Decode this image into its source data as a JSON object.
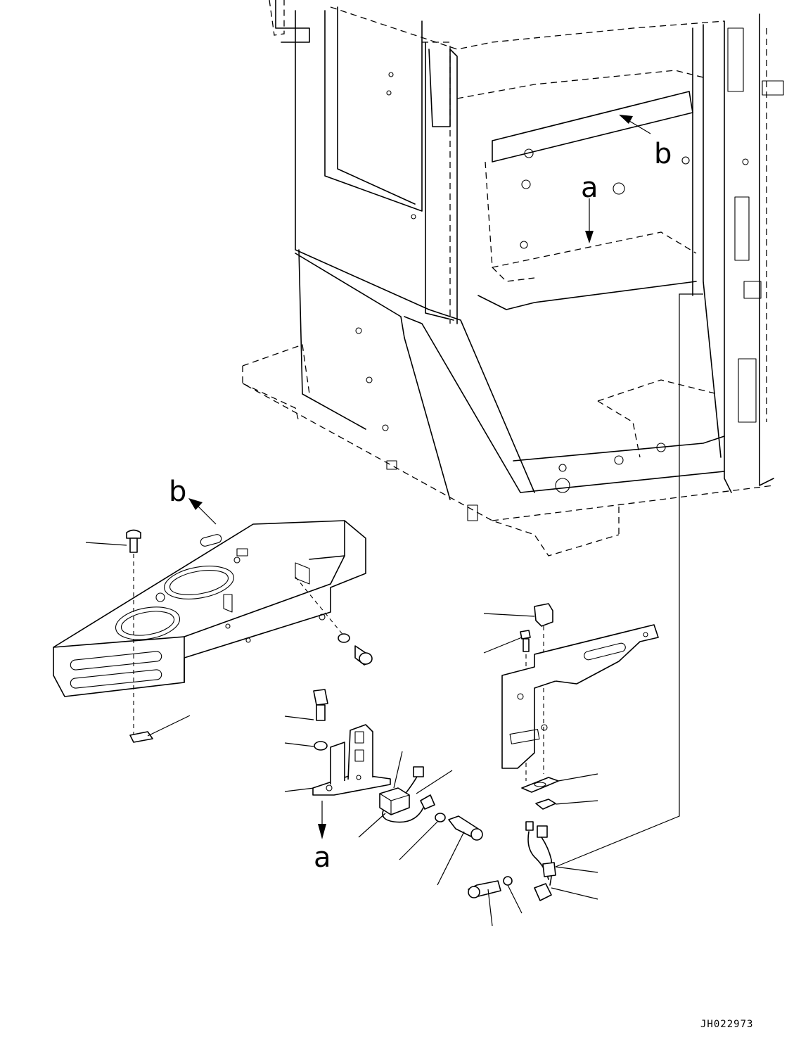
{
  "labels": {
    "view_a_top": "a",
    "view_b_top": "b",
    "view_b_detail": "b",
    "view_a_detail": "a"
  },
  "drawing_code": "JH022973"
}
